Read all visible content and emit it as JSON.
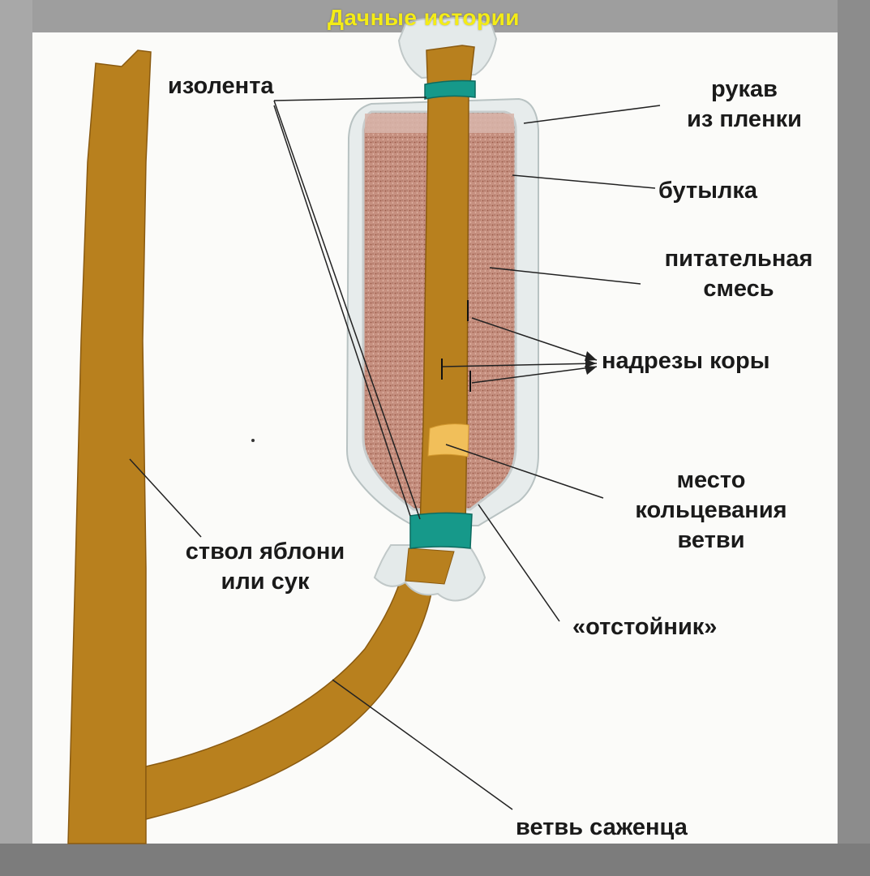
{
  "watermark": "Дачные истории",
  "labels": {
    "tape": "изолента",
    "sleeve_line1": "рукав",
    "sleeve_line2": "из пленки",
    "bottle": "бутылка",
    "mixture_line1": "питательная",
    "mixture_line2": "смесь",
    "bark_cuts": "надрезы коры",
    "ringing_line1": "место",
    "ringing_line2": "кольцевания",
    "ringing_line3": "ветви",
    "sump": "«отстойник»",
    "trunk_line1": "ствол яблони",
    "trunk_line2": "или сук",
    "branch": "ветвь саженца"
  },
  "colors": {
    "wood": "#b8801e",
    "tape": "#16998a",
    "soil": "#c69080",
    "ring": "#f1bf5a",
    "bottle": "#e8ecec"
  }
}
